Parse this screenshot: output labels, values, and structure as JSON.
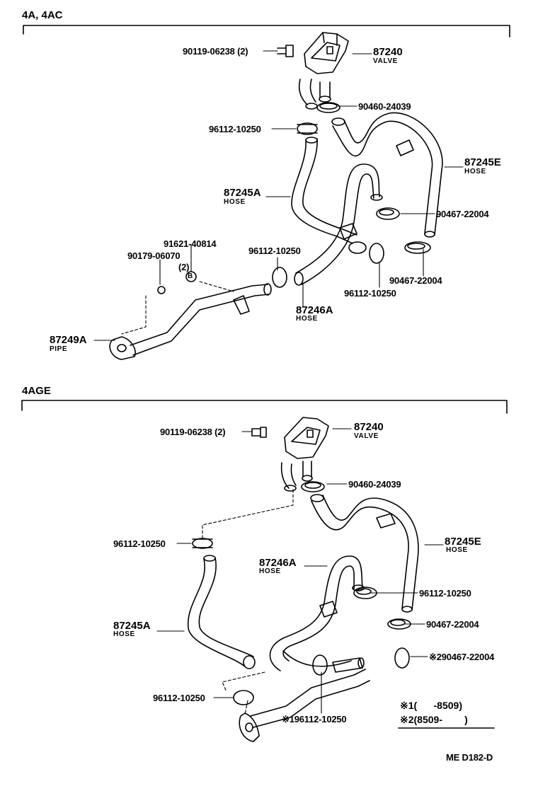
{
  "sections": {
    "top": {
      "title": "4A, 4AC"
    },
    "bottom": {
      "title": "4AGE"
    }
  },
  "top": {
    "bolt": "90119-06238 (2)",
    "valve_no": "87240",
    "valve_name": "VALVE",
    "clamp_valve": "90460-24039",
    "clamp_a": "96112-10250",
    "hose_e_no": "87245E",
    "hose_e_name": "HOSE",
    "hose_a_no": "87245A",
    "hose_a_name": "HOSE",
    "clamp_b": "90467-22004",
    "pt_91621": "91621-40814",
    "pt_90179": "90179-06070",
    "qty_2": "(2)",
    "circle_b": "B",
    "clamp_c": "96112-10250",
    "clamp_d": "90467-22004",
    "clamp_e": "96112-10250",
    "hose_46_no": "87246A",
    "hose_46_name": "HOSE",
    "pipe_no": "87249A",
    "pipe_name": "PIPE"
  },
  "bottom": {
    "bolt": "90119-06238 (2)",
    "valve_no": "87240",
    "valve_name": "VALVE",
    "clamp_valve": "90460-24039",
    "clamp_a": "96112-10250",
    "hose_e_no": "87245E",
    "hose_e_name": "HOSE",
    "hose_46_no": "87246A",
    "hose_46_name": "HOSE",
    "clamp_b": "96112-10250",
    "clamp_c": "90467-22004",
    "hose_a_no": "87245A",
    "hose_a_name": "HOSE",
    "clamp_d": "※290467-22004",
    "clamp_e": "96112-10250",
    "clamp_f": "※196112-10250"
  },
  "notes": {
    "line1": "※1(      -8509)",
    "line2": "※2(8509-        )"
  },
  "footer": {
    "ref": "ME  D182-D"
  }
}
